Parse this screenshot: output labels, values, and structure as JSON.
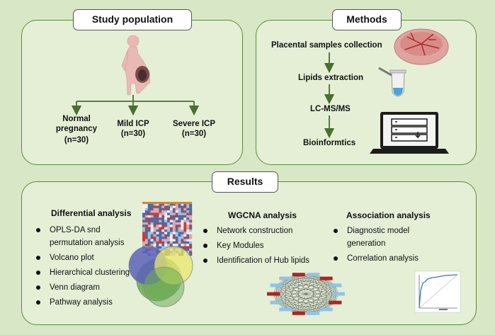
{
  "study": {
    "title": "Study population",
    "groups": [
      {
        "label": "Normal\npregnancy",
        "n": "(n=30)"
      },
      {
        "label": "Mild ICP",
        "n": "(n=30)"
      },
      {
        "label": "Severe ICP",
        "n": "(n=30)"
      }
    ]
  },
  "methods": {
    "title": "Methods",
    "steps": [
      "Placental samples collection",
      "Lipids extraction",
      "LC-MS/MS",
      "Bioinformtics"
    ]
  },
  "results": {
    "title": "Results",
    "differential": {
      "heading": "Differential analysis",
      "items": [
        "OPLS-DA snd",
        "permutation analysis",
        "Volcano plot",
        "Hierarchical clustering",
        "Venn diagram",
        "Pathway analysis"
      ]
    },
    "wgcna": {
      "heading": "WGCNA analysis",
      "items": [
        "Network construction",
        "Key Modules",
        "Identification  of Hub lipids"
      ]
    },
    "association": {
      "heading": "Association analysis",
      "items": [
        "Diagnostic model",
        "generation",
        "Correlation analysis"
      ]
    }
  },
  "colors": {
    "background": "#d8e8c6",
    "panel": "#e4efd6",
    "panel_border": "#5d8a3c",
    "arrow": "#4a6e2e",
    "venn_blue": "#5a63b8",
    "venn_yellow": "#eaea6a",
    "venn_green": "#6fae58",
    "network_node": "#b22222"
  },
  "icons": [
    "pregnant-woman-icon",
    "placenta-icon",
    "test-tube-icon",
    "laptop-icon",
    "heatmap-icon",
    "venn-diagram-icon",
    "network-icon",
    "roc-curve-icon"
  ]
}
